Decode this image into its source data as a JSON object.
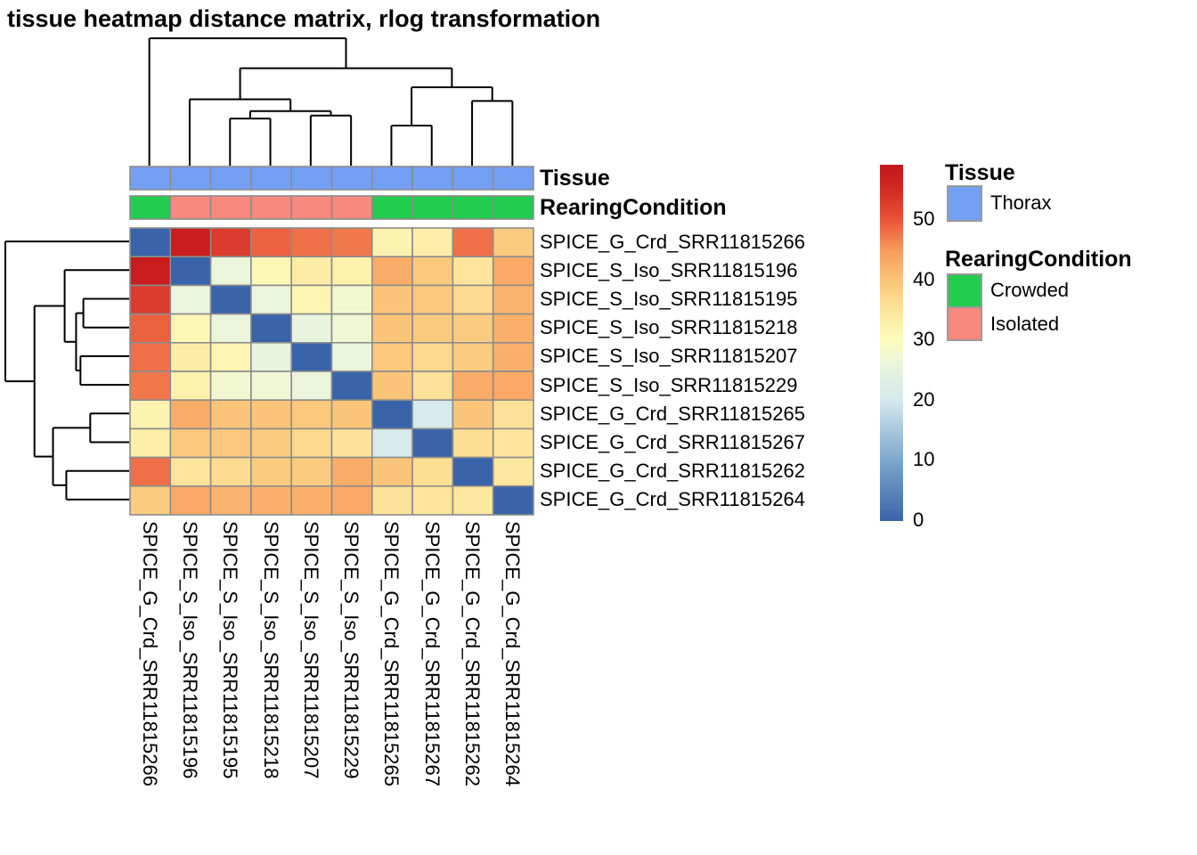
{
  "title": "tissue heatmap distance matrix, rlog transformation",
  "annotation_bars": {
    "tissue_label": "Tissue",
    "rearing_label": "RearingCondition"
  },
  "legend": {
    "tissue": {
      "title": "Tissue",
      "items": [
        {
          "label": "Thorax",
          "color": "#74A0F3"
        }
      ]
    },
    "rearing": {
      "title": "RearingCondition",
      "items": [
        {
          "label": "Crowded",
          "color": "#21CC4E"
        },
        {
          "label": "Isolated",
          "color": "#F9897F"
        }
      ]
    }
  },
  "colorbar": {
    "ticks": [
      50,
      40,
      30,
      20,
      10,
      0
    ],
    "domain": [
      0,
      59.2
    ]
  },
  "chart_data": {
    "type": "heatmap",
    "title": "tissue heatmap distance matrix, rlog transformation",
    "legend_position": "right",
    "samples": [
      "SPICE_G_Crd_SRR11815266",
      "SPICE_S_Iso_SRR11815196",
      "SPICE_S_Iso_SRR11815195",
      "SPICE_S_Iso_SRR11815218",
      "SPICE_S_Iso_SRR11815207",
      "SPICE_S_Iso_SRR11815229",
      "SPICE_G_Crd_SRR11815265",
      "SPICE_G_Crd_SRR11815267",
      "SPICE_G_Crd_SRR11815262",
      "SPICE_G_Crd_SRR11815264"
    ],
    "tissue": [
      "Thorax",
      "Thorax",
      "Thorax",
      "Thorax",
      "Thorax",
      "Thorax",
      "Thorax",
      "Thorax",
      "Thorax",
      "Thorax"
    ],
    "rearing_condition": [
      "Crowded",
      "Isolated",
      "Isolated",
      "Isolated",
      "Isolated",
      "Isolated",
      "Crowded",
      "Crowded",
      "Crowded",
      "Crowded"
    ],
    "annotation_colors": {
      "Thorax": "#74A0F3",
      "Crowded": "#21CC4E",
      "Isolated": "#F9897F"
    },
    "matrix": [
      [
        0,
        58,
        53,
        49,
        48,
        47.5,
        32,
        33,
        48,
        39
      ],
      [
        58,
        0,
        26,
        31,
        33.5,
        32.5,
        43,
        39.5,
        35,
        43.5
      ],
      [
        53,
        26,
        0,
        26,
        31.5,
        27.5,
        40,
        39.5,
        36.5,
        42
      ],
      [
        49,
        31,
        26,
        0,
        25.5,
        27,
        40,
        39,
        39,
        42.5
      ],
      [
        48,
        33.5,
        31.5,
        25.5,
        0,
        26,
        39.5,
        37,
        39,
        42.5
      ],
      [
        47.5,
        32.5,
        27.5,
        27,
        26,
        0,
        40,
        35.5,
        43,
        43.5
      ],
      [
        32,
        43,
        40,
        40,
        39.5,
        40,
        0,
        21,
        40,
        35.5
      ],
      [
        33,
        39.5,
        39.5,
        39,
        37,
        35.5,
        21,
        0,
        36,
        35
      ],
      [
        48,
        35,
        36.5,
        39,
        39,
        43,
        40,
        36,
        0,
        34.5
      ],
      [
        39,
        43.5,
        42,
        42.5,
        42.5,
        43.5,
        35.5,
        35,
        34.5,
        0
      ]
    ],
    "colormap_stops": [
      [
        0,
        "#3A64A9"
      ],
      [
        10,
        "#7BA6CC"
      ],
      [
        20,
        "#D3E9EE"
      ],
      [
        26,
        "#EAF5DC"
      ],
      [
        30,
        "#FDFCBE"
      ],
      [
        35,
        "#FCE59A"
      ],
      [
        40,
        "#FBC579"
      ],
      [
        45,
        "#F89B5C"
      ],
      [
        50,
        "#E95438"
      ],
      [
        55,
        "#D22A24"
      ],
      [
        59.2,
        "#C5161B"
      ]
    ],
    "dendrogram": {
      "h": 59.5,
      "c": [
        0,
        {
          "h": 45.5,
          "c": [
            {
              "h": 31,
              "c": [
                1,
                {
                  "h": 25.5,
                  "c": [
                    {
                      "h": 22,
                      "c": [
                        2,
                        3
                      ]
                    },
                    {
                      "h": 23.4,
                      "c": [
                        4,
                        5
                      ]
                    }
                  ]
                }
              ]
            },
            {
              "h": 36.6,
              "c": [
                {
                  "h": 18.7,
                  "c": [
                    6,
                    7
                  ]
                },
                {
                  "h": 30.2,
                  "c": [
                    8,
                    9
                  ]
                }
              ]
            }
          ]
        }
      ]
    }
  }
}
